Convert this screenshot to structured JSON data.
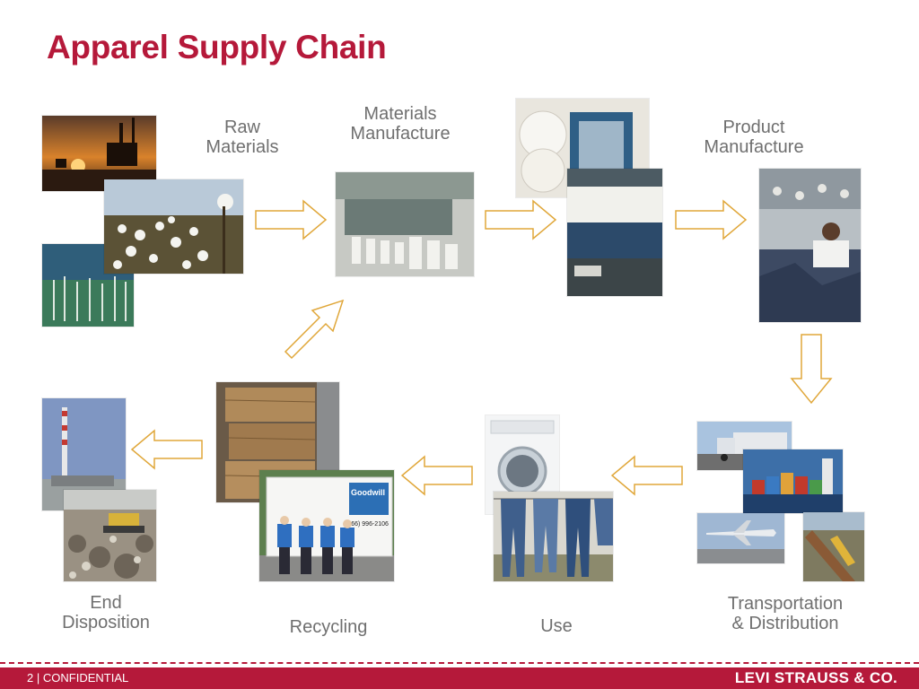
{
  "title": "Apparel Supply Chain",
  "stages": {
    "raw": [
      "Raw",
      "Materials"
    ],
    "materials": [
      "Materials",
      "Manufacture"
    ],
    "product": [
      "Product",
      "Manufacture"
    ],
    "transport": [
      "Transportation",
      "& Distribution"
    ],
    "use": [
      "Use"
    ],
    "recycling": [
      "Recycling"
    ],
    "end": [
      "End",
      "Disposition"
    ]
  },
  "footer": {
    "page": "2",
    "separator": "|",
    "label": "CONFIDENTIAL",
    "brand": "LEVI STRAUSS & CO."
  },
  "truck_sign": "Goodwill",
  "truck_phone": "(866) 996-2106",
  "colors": {
    "title": "#b5193a",
    "arrow_stroke": "#e0a73a",
    "label_gray": "#6f6f6f",
    "footer": "#b5193a"
  }
}
